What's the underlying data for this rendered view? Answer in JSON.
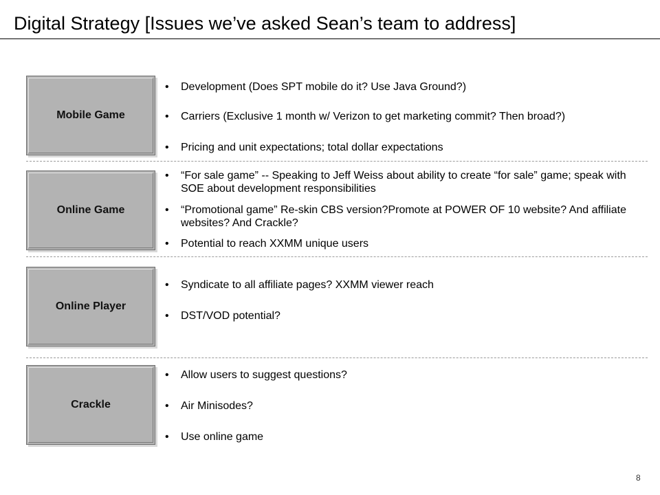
{
  "slide": {
    "title": "Digital Strategy [Issues we’ve asked Sean’s team to address]",
    "page_number": "8",
    "bullet_char": "•"
  },
  "sections": [
    {
      "label": "Mobile Game",
      "bullets": [
        "Development (Does SPT mobile do it? Use Java Ground?)",
        "Carriers (Exclusive 1 month w/ Verizon to get marketing commit? Then broad?)",
        "Pricing and unit expectations; total dollar expectations"
      ]
    },
    {
      "label": "Online Game",
      "bullets": [
        "“For sale game” -- Speaking to Jeff Weiss about ability to create “for sale” game; speak with SOE about development responsibilities",
        "“Promotional game” Re-skin CBS version?Promote at POWER OF 10 website? And affiliate websites? And Crackle?",
        "Potential to reach XXMM unique users"
      ]
    },
    {
      "label": "Online Player",
      "bullets": [
        "Syndicate to all affiliate pages? XXMM viewer reach",
        "DST/VOD potential?"
      ]
    },
    {
      "label": "Crackle",
      "bullets": [
        "Allow users to suggest questions?",
        "Air Minisodes?",
        "Use online game"
      ]
    }
  ]
}
